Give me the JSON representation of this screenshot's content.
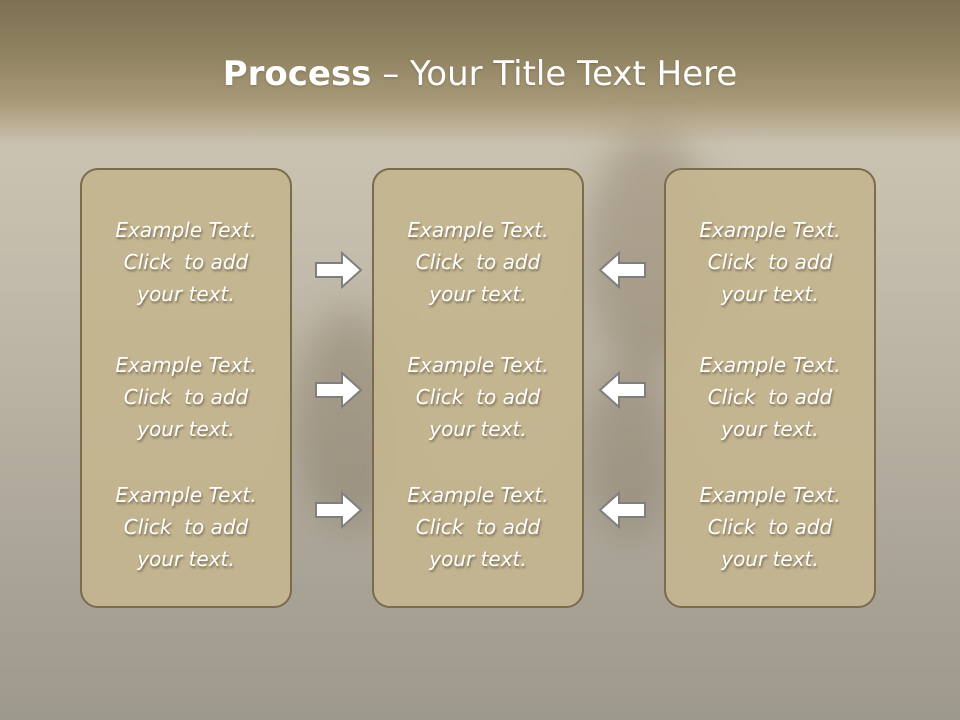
{
  "title": {
    "bold": "Process",
    "rest": " – Your Title Text Here"
  },
  "columns": [
    {
      "items": [
        [
          "Example Text.",
          "Click  to add",
          "your text."
        ],
        [
          "Example Text.",
          "Click  to add",
          "your text."
        ],
        [
          "Example Text.",
          "Click  to add",
          "your text."
        ]
      ]
    },
    {
      "items": [
        [
          "Example Text.",
          "Click  to add",
          "your text."
        ],
        [
          "Example Text.",
          "Click  to add",
          "your text."
        ],
        [
          "Example Text.",
          "Click  to add",
          "your text."
        ]
      ]
    },
    {
      "items": [
        [
          "Example Text.",
          "Click  to add",
          "your text."
        ],
        [
          "Example Text.",
          "Click  to add",
          "your text."
        ],
        [
          "Example Text.",
          "Click  to add",
          "your text."
        ]
      ]
    }
  ],
  "arrows": {
    "left_group": "right-arrow-icon",
    "right_group": "left-arrow-icon"
  },
  "colors": {
    "box_fill": "#c4b58f",
    "box_border": "#7a6c4c",
    "arrow_fill": "#ffffff",
    "arrow_stroke": "#7f7f7f"
  }
}
